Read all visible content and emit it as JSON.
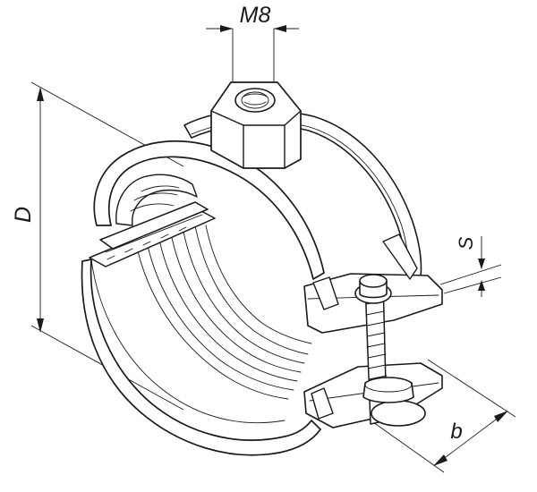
{
  "drawing": {
    "labels": {
      "thread": "M8",
      "diameter": "D",
      "thickness": "S",
      "width": "b"
    },
    "colors": {
      "line": "#1a1a1a",
      "background": "#ffffff"
    }
  }
}
